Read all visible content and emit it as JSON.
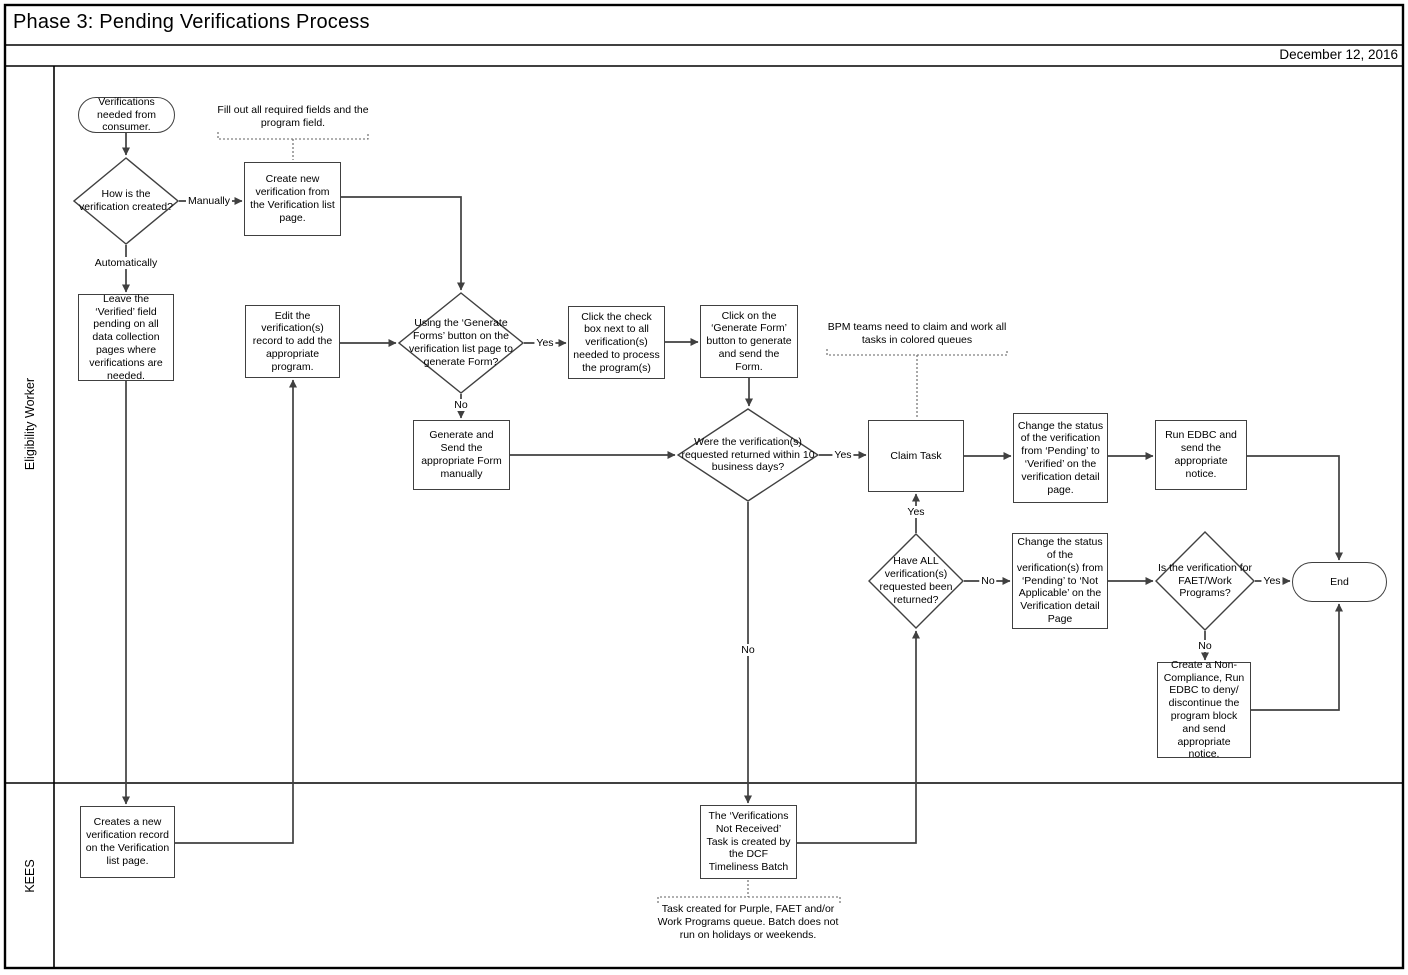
{
  "header": {
    "title": "Phase 3: Pending Verifications Process",
    "date": "December 12, 2016"
  },
  "lanes": [
    {
      "label": "Eligibility Worker"
    },
    {
      "label": "KEES"
    }
  ],
  "nodes": {
    "start": {
      "label": "Verifications needed from consumer."
    },
    "how_created": {
      "label": "How is the verification created?"
    },
    "create_new": {
      "label": "Create new verification from the Verification list page."
    },
    "leave_verified": {
      "label": "Leave the ‘Verified’ field pending on all data collection pages where verifications are needed."
    },
    "edit_record": {
      "label": "Edit the verification(s) record to add the appropriate program."
    },
    "generate_forms": {
      "label": "Using the ‘Generate Forms’ button on the verification list page to generate Form?"
    },
    "click_checkbox": {
      "label": "Click the check box next to all verification(s) needed to process the program(s)"
    },
    "click_generate": {
      "label": "Click on the ‘Generate Form’ button to generate and send the Form."
    },
    "generate_manually": {
      "label": "Generate and Send the appropriate Form manually"
    },
    "returned_10_days": {
      "label": "Were the verification(s) requested returned within 10 business days?"
    },
    "claim_task": {
      "label": "Claim Task"
    },
    "change_verified": {
      "label": "Change the status of the verification from ‘Pending’ to ‘Verified’ on the verification detail page."
    },
    "run_edbc": {
      "label": "Run EDBC and send the appropriate notice."
    },
    "have_all": {
      "label": "Have ALL verification(s) requested been returned?"
    },
    "change_not_applicable": {
      "label": "Change the status of the verification(s) from ‘Pending’ to ‘Not Applicable’ on the Verification detail Page"
    },
    "faet_programs": {
      "label": "Is the verification for FAET/Work Programs?"
    },
    "end": {
      "label": "End"
    },
    "create_noncompliance": {
      "label": "Create a Non-Compliance, Run EDBC to deny/ discontinue the program block and send appropriate notice."
    },
    "creates_record": {
      "label": "Creates a new verification record on the Verification list page."
    },
    "verifications_not_received": {
      "label": "The ‘Verifications Not Received’ Task is created by the DCF Timeliness Batch"
    }
  },
  "annotations": {
    "fill_out": "Fill out all required fields and the program field.",
    "bpm_teams": "BPM teams need to claim and work all tasks in colored queues",
    "task_created": "Task created for Purple, FAET and/or Work Programs queue. Batch does not run on holidays or weekends."
  },
  "edge_labels": {
    "manually": "Manually",
    "automatically": "Automatically",
    "yes_generate": "Yes",
    "no_generate": "No",
    "yes_returned": "Yes",
    "no_returned": "No",
    "yes_have_all": "Yes",
    "no_have_all": "No",
    "yes_faet": "Yes",
    "no_faet": "No"
  },
  "colors": {
    "connector": "#404040",
    "frame": "#000000",
    "annotation_line": "#606060"
  }
}
